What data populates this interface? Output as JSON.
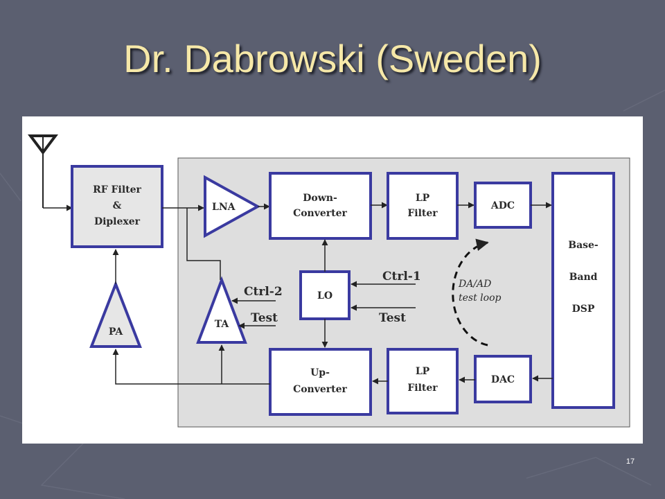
{
  "slide": {
    "title": "Dr. Dabrowski (Sweden)",
    "page_number": "17"
  },
  "diagram": {
    "blocks": {
      "rf_filter": [
        "RF Filter",
        "&",
        "Diplexer"
      ],
      "lna": "LNA",
      "down_converter": [
        "Down-",
        "Converter"
      ],
      "lp_filter_rx": [
        "LP",
        "Filter"
      ],
      "adc": "ADC",
      "baseband_dsp": [
        "Base-",
        "Band",
        "DSP"
      ],
      "lo": "LO",
      "pa": "PA",
      "ta": "TA",
      "up_converter": [
        "Up-",
        "Converter"
      ],
      "lp_filter_tx": [
        "LP",
        "Filter"
      ],
      "dac": "DAC"
    },
    "control_labels": {
      "ctrl1": "Ctrl-1",
      "test_lo": "Test",
      "ctrl2": "Ctrl-2",
      "test_ta": "Test"
    },
    "loop_label": [
      "DA/AD",
      "test loop"
    ]
  },
  "colors": {
    "slide_background": "#5b5f70",
    "title_text": "#f6e8a8",
    "block_border": "#3a3aa0",
    "block_fill": "#e6e6e6",
    "chip_area": "#dedede"
  }
}
